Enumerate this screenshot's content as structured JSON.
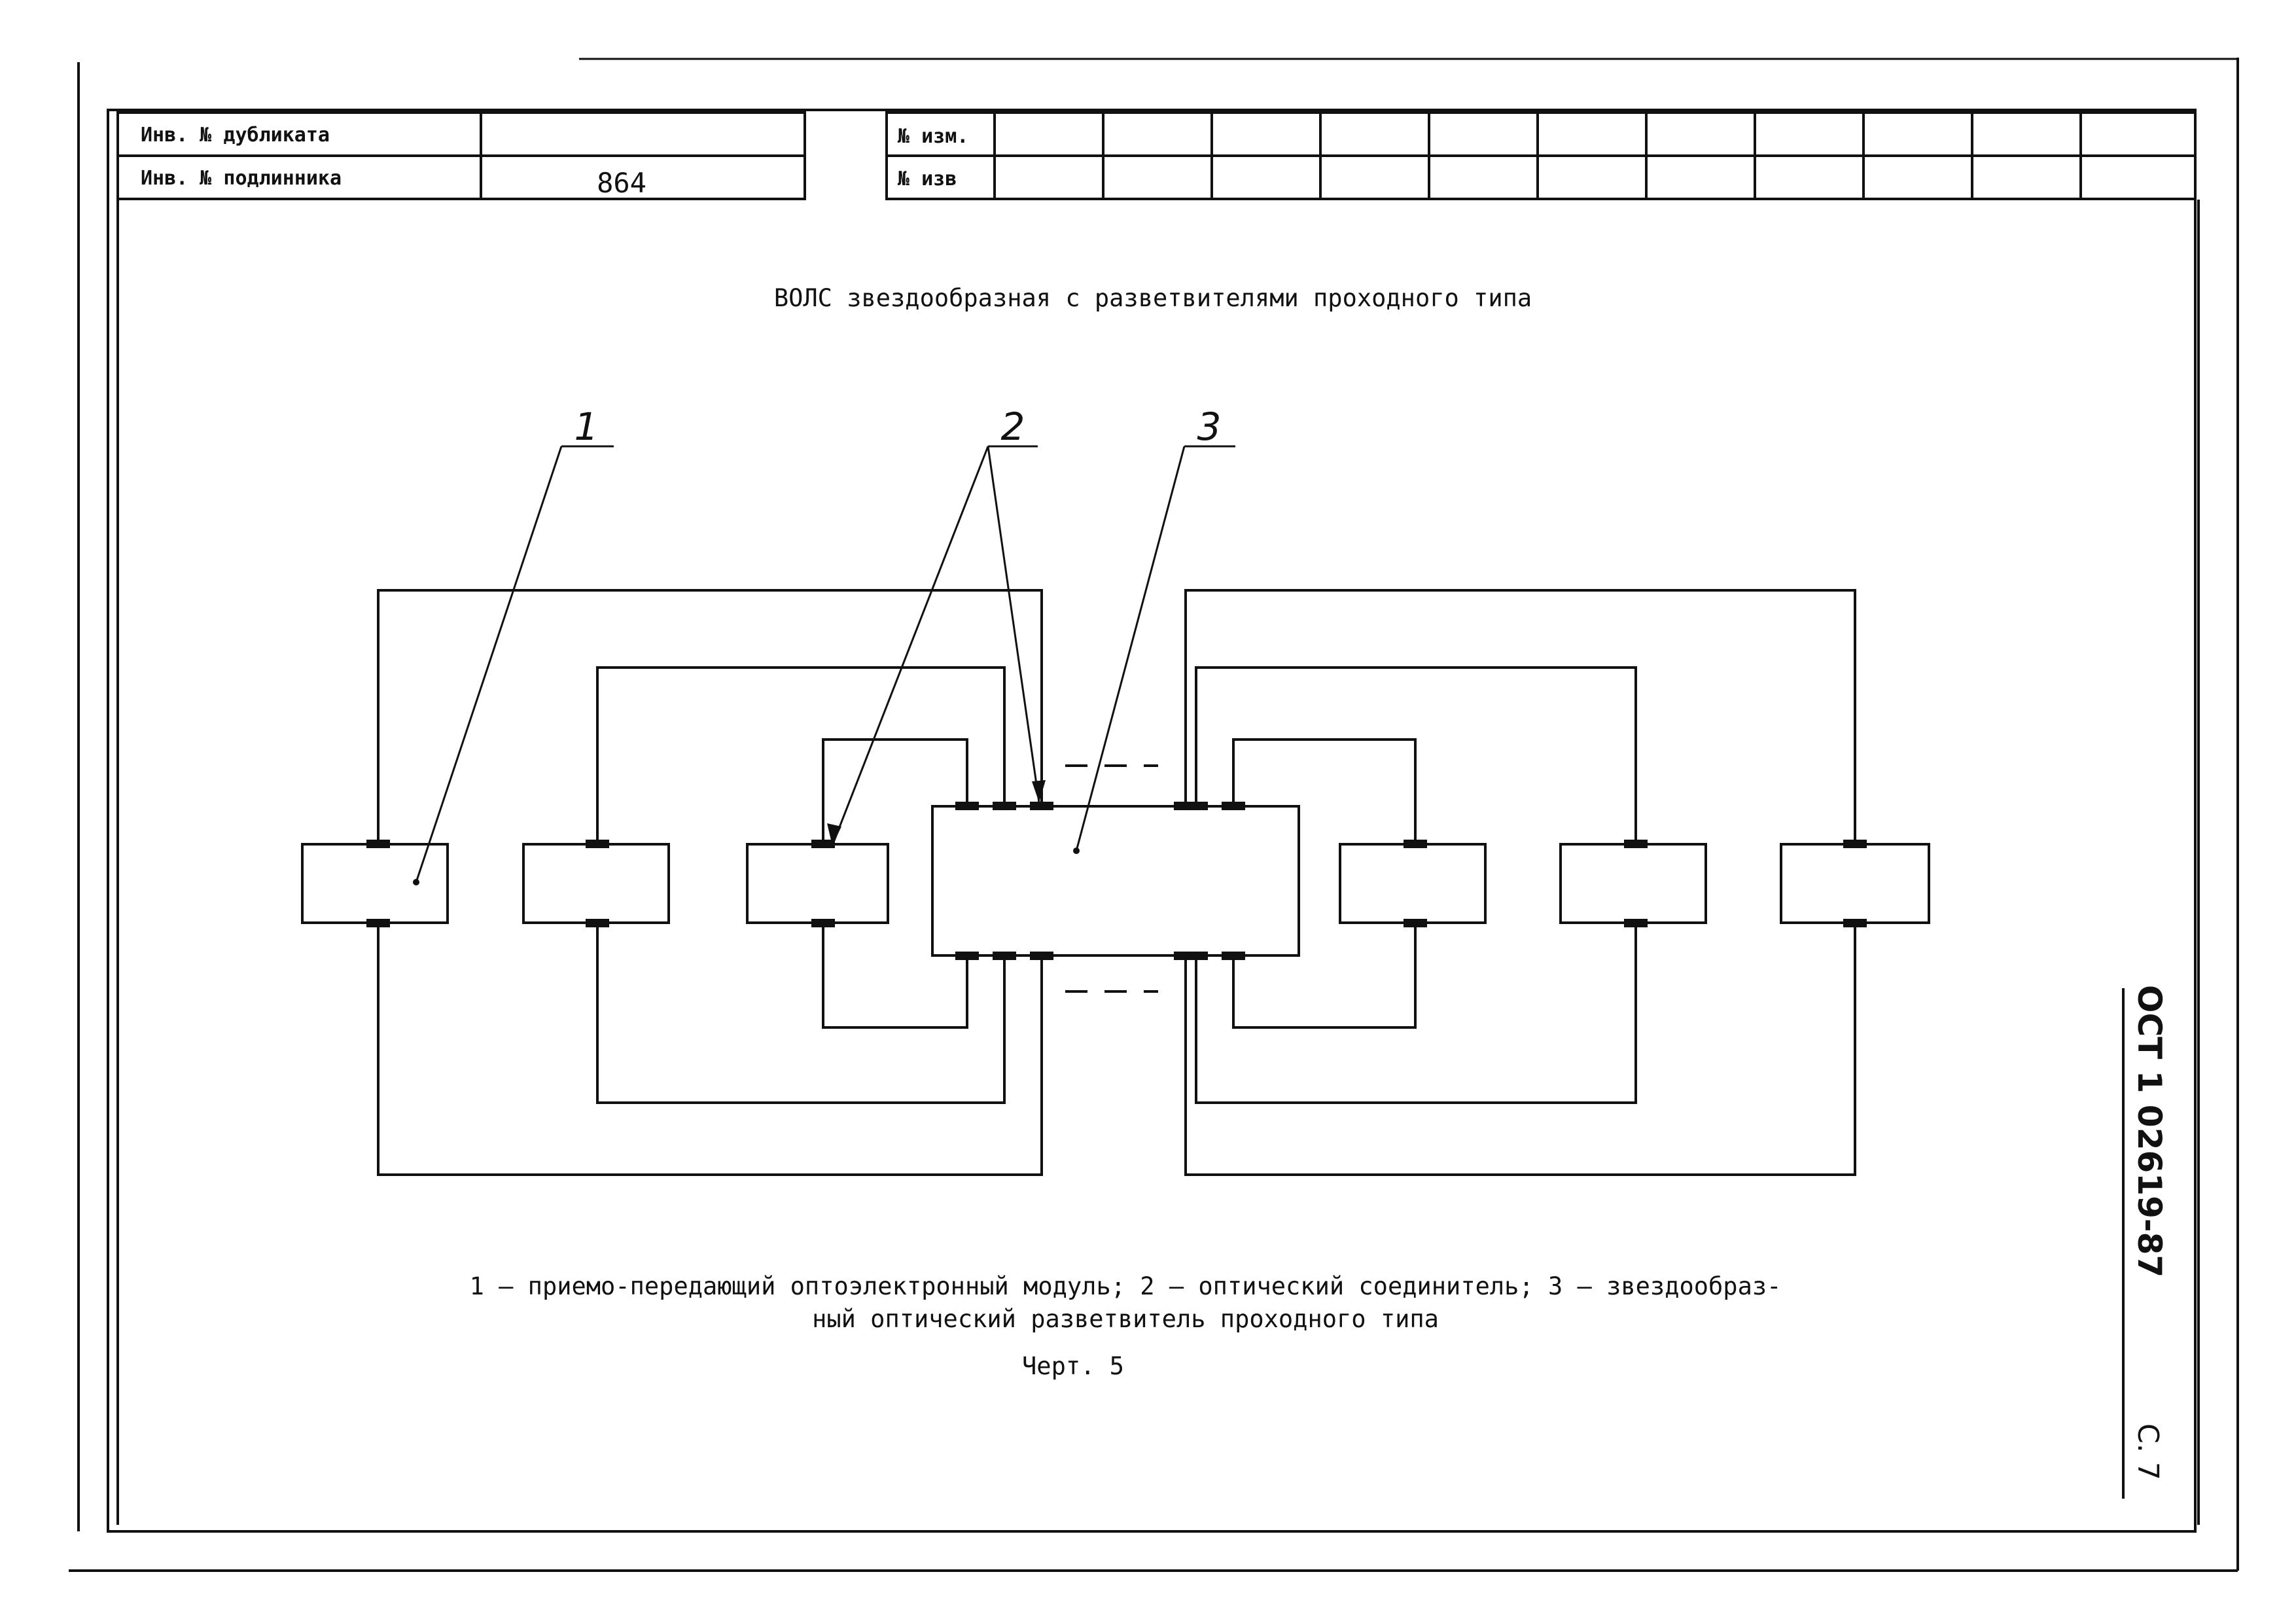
{
  "stamp": {
    "duplicate_label": "Инв. № дубликата",
    "duplicate_value": "",
    "original_label": "Инв. № подлинника",
    "original_value": "864",
    "change_label": "№ изм.",
    "notice_label": "№ изв"
  },
  "diagram": {
    "title": "ВОЛС звездообразная с разветвителями проходного типа",
    "callouts": [
      "1",
      "2",
      "3"
    ]
  },
  "legend": {
    "line1": "1 – приемо-передающий оптоэлектронный модуль; 2 – оптический соединитель; 3 – звездообраз-",
    "line2": "ный оптический разветвитель проходного типа",
    "figure": "Черт. 5"
  },
  "side": {
    "standard": "ОСТ 1 02619-87",
    "page": "С. 7"
  }
}
